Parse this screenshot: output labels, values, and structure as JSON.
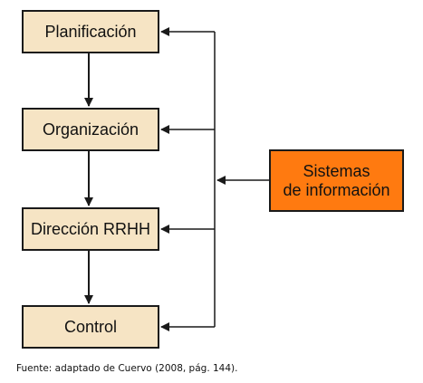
{
  "diagram": {
    "stages": [
      {
        "id": "planificacion",
        "label": "Planificación"
      },
      {
        "id": "organizacion",
        "label": "Organización"
      },
      {
        "id": "direccion",
        "label": "Dirección RRHH"
      },
      {
        "id": "control",
        "label": "Control"
      }
    ],
    "source": {
      "line1": "Sistemas",
      "line2": "de información"
    },
    "caption": "Fuente: adaptado de Cuervo (2008, pág. 144)."
  },
  "colors": {
    "stage_fill": "#f6e4c4",
    "source_fill": "#ff7a10",
    "border": "#1a1a1a",
    "line": "#1a1a1a"
  }
}
